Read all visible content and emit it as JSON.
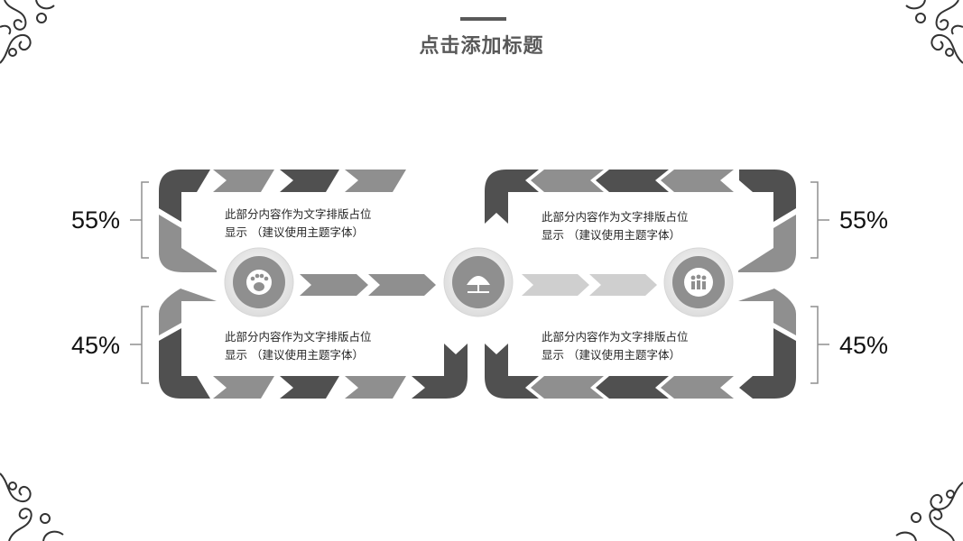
{
  "title": "点击添加标题",
  "blocks": [
    {
      "percent": "55%",
      "text_line1": "此部分内容作为文字排版占位",
      "text_line2": "显示 （建议使用主题字体）"
    },
    {
      "percent": "55%",
      "text_line1": "此部分内容作为文字排版占位",
      "text_line2": "显示 （建议使用主题字体）"
    },
    {
      "percent": "45%",
      "text_line1": "此部分内容作为文字排版占位",
      "text_line2": "显示 （建议使用主题字体）"
    },
    {
      "percent": "45%",
      "text_line1": "此部分内容作为文字排版占位",
      "text_line2": "显示 （建议使用主题字体）"
    }
  ],
  "icons": [
    "paw-icon",
    "umbrella-icon",
    "people-icon"
  ],
  "colors": {
    "dark": "#505050",
    "mid": "#8f8f8f",
    "light": "#cfcfcf",
    "title": "#595959"
  }
}
